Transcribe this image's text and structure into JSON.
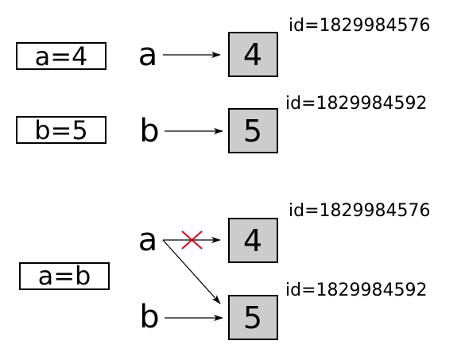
{
  "colors": {
    "value_box_fill": "#cccccc",
    "stroke": "#000000",
    "cross": "#e0001b"
  },
  "steps": [
    {
      "statement": "a=4",
      "vars": [
        {
          "name": "a",
          "target": "4",
          "id": "id=1829984576"
        }
      ]
    },
    {
      "statement": "b=5",
      "vars": [
        {
          "name": "b",
          "target": "5",
          "id": "id=1829984592"
        }
      ]
    },
    {
      "statement": "a=b",
      "vars": [
        {
          "name": "a",
          "old_target": "4",
          "old_id": "id=1829984576",
          "new_target": "5"
        },
        {
          "name": "b",
          "target": "5",
          "id": "id=1829984592"
        }
      ]
    }
  ]
}
